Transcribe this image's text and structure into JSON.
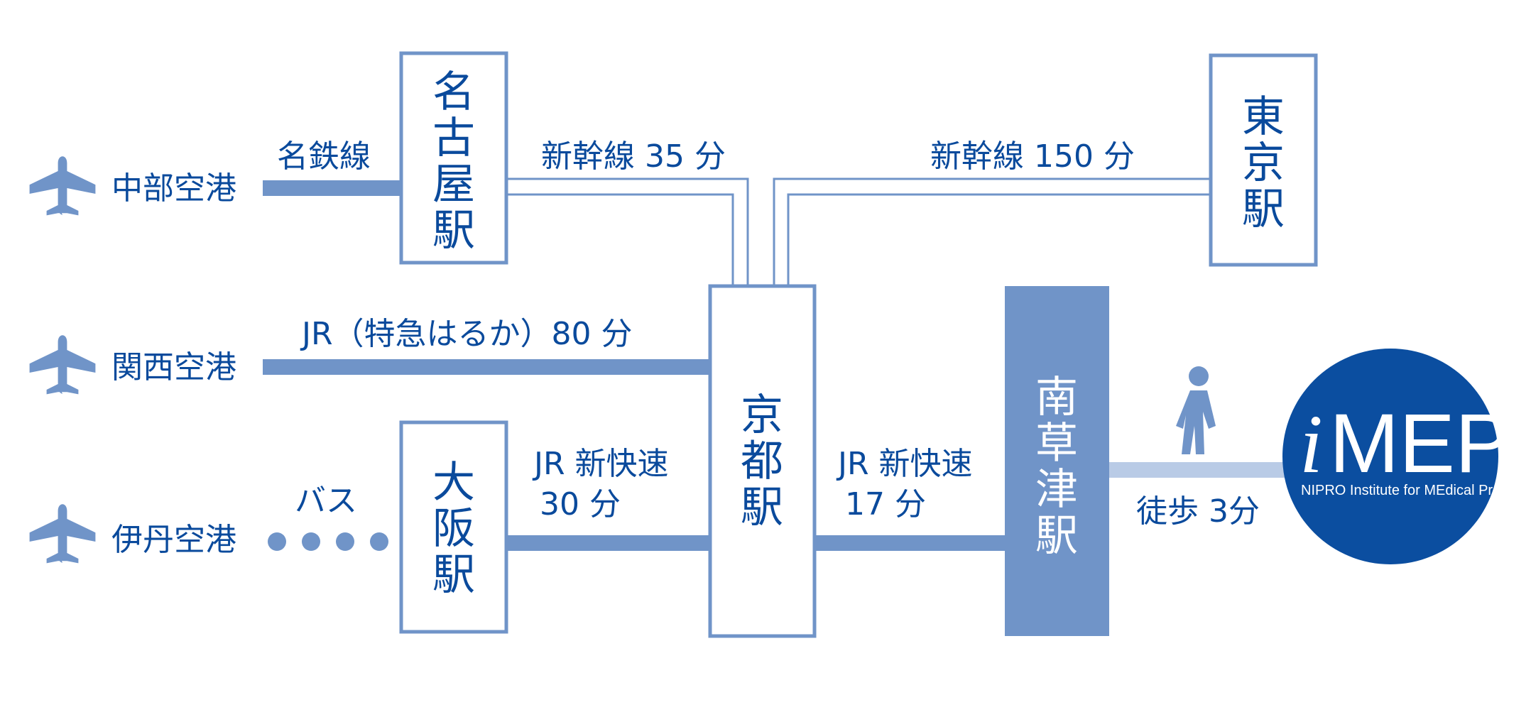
{
  "colors": {
    "text": "#0a4a9c",
    "line": "#7094c8",
    "walk": "#b9cbe6",
    "logo_bg": "#0b4ea0",
    "station_fill": "#7094c8"
  },
  "airports": {
    "chubu": "中部空港",
    "kansai": "関西空港",
    "itami": "伊丹空港"
  },
  "stations": {
    "nagoya": [
      "名",
      "古",
      "屋",
      "駅"
    ],
    "tokyo": [
      "東",
      "京",
      "駅"
    ],
    "kyoto": [
      "京",
      "都",
      "駅"
    ],
    "osaka": [
      "大",
      "阪",
      "駅"
    ],
    "minami_kusatsu": [
      "南",
      "草",
      "津",
      "駅"
    ]
  },
  "routes": {
    "meitetsu": "名鉄線",
    "shinkansen_nagoya": "新幹線 35 分",
    "shinkansen_tokyo": "新幹線 150 分",
    "haruka": "JR（特急はるか）80 分",
    "bus": "バス",
    "osaka_kyoto_line1": "JR 新快速",
    "osaka_kyoto_line2": "30 分",
    "kyoto_kusatsu_line1": "JR 新快速",
    "kyoto_kusatsu_line2": "17 分",
    "walk": "徒歩 3分"
  },
  "icons": {
    "airport": "airplane-icon",
    "walk": "walking-person-icon"
  },
  "logo": {
    "i": "i",
    "mep": "MEP",
    "subtitle": "NIPRO Institute for MEdical Practice"
  }
}
